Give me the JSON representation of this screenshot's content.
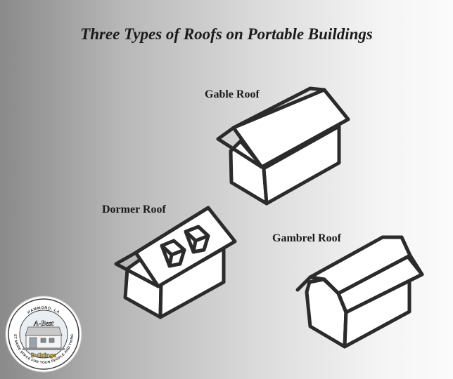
{
  "title": "Three Types of Roofs on Portable Buildings",
  "roofs": {
    "gable": "Gable Roof",
    "dormer": "Dormer Roof",
    "gambrel": "Gambrel Roof"
  },
  "logo": {
    "top_text": "HAMMOND, LA",
    "brand_line1": "A-Best",
    "brand_line2": "Buildings",
    "ring_text": "GET MORE SPACE FOR YOUR PEOPLE AND THINGS"
  },
  "colors": {
    "ink": "#2b2b2b",
    "building_fill": "#ffffff",
    "logo_ring": "#3d3d3d"
  }
}
